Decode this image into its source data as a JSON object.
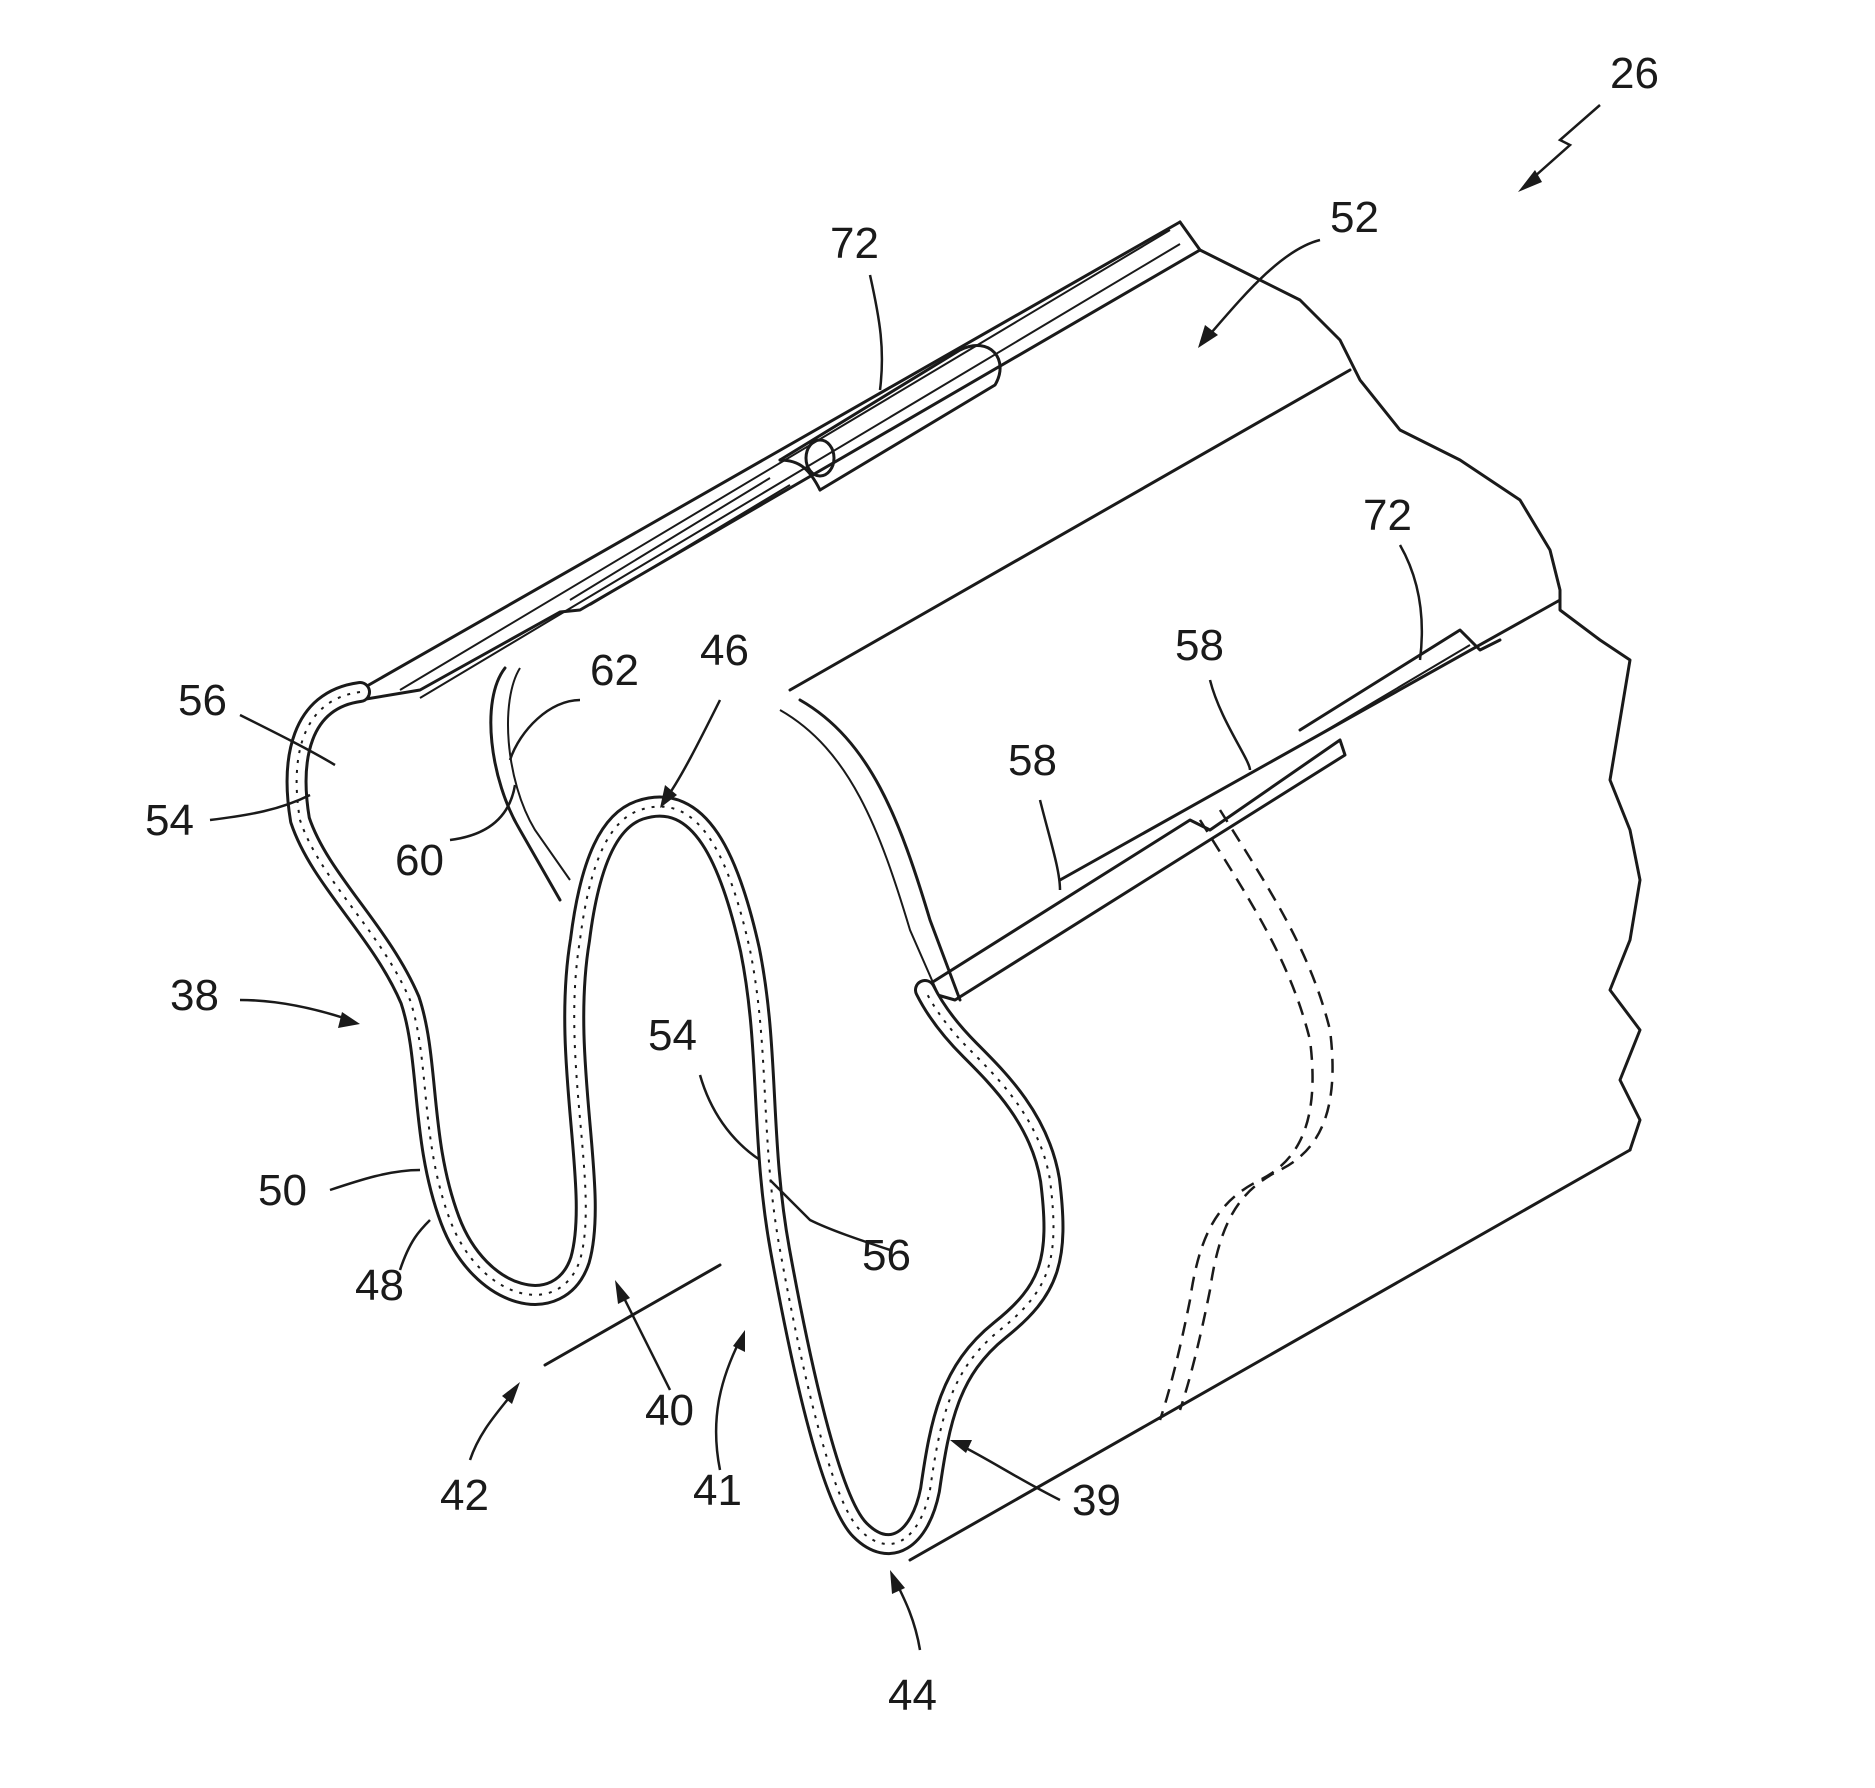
{
  "figure": {
    "labels": {
      "ref_26": "26",
      "ref_52": "52",
      "ref_72_top": "72",
      "ref_72_right": "72",
      "ref_58_a": "58",
      "ref_58_b": "58",
      "ref_56_top": "56",
      "ref_62": "62",
      "ref_46": "46",
      "ref_54_left": "54",
      "ref_60": "60",
      "ref_38": "38",
      "ref_54_mid": "54",
      "ref_50": "50",
      "ref_48": "48",
      "ref_56_mid": "56",
      "ref_40": "40",
      "ref_41": "41",
      "ref_42": "42",
      "ref_39": "39",
      "ref_44": "44"
    }
  }
}
